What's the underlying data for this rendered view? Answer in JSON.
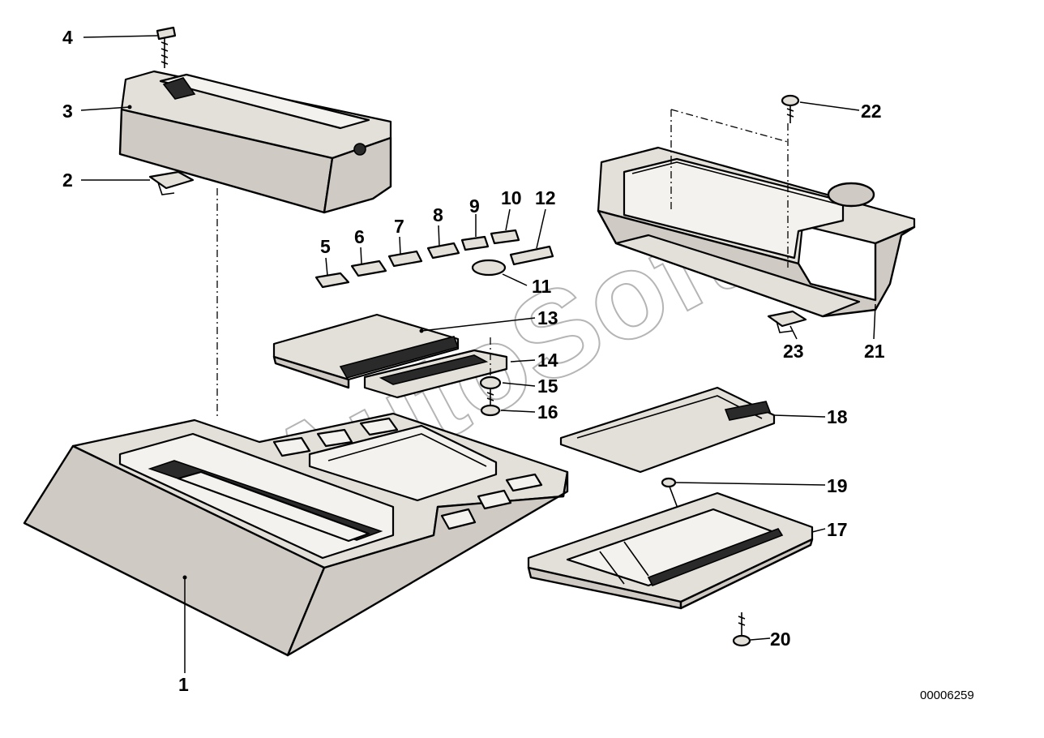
{
  "watermark": "AutoSoft",
  "reference_number": "00006259",
  "callouts": [
    {
      "id": "c1",
      "label": "1"
    },
    {
      "id": "c2",
      "label": "2"
    },
    {
      "id": "c3",
      "label": "3"
    },
    {
      "id": "c4",
      "label": "4"
    },
    {
      "id": "c5",
      "label": "5"
    },
    {
      "id": "c6",
      "label": "6"
    },
    {
      "id": "c7",
      "label": "7"
    },
    {
      "id": "c8",
      "label": "8"
    },
    {
      "id": "c9",
      "label": "9"
    },
    {
      "id": "c10",
      "label": "10"
    },
    {
      "id": "c11",
      "label": "11"
    },
    {
      "id": "c12",
      "label": "12"
    },
    {
      "id": "c13",
      "label": "13"
    },
    {
      "id": "c14",
      "label": "14"
    },
    {
      "id": "c15",
      "label": "15"
    },
    {
      "id": "c16",
      "label": "16"
    },
    {
      "id": "c17",
      "label": "17"
    },
    {
      "id": "c18",
      "label": "18"
    },
    {
      "id": "c19",
      "label": "19"
    },
    {
      "id": "c20",
      "label": "20"
    },
    {
      "id": "c21",
      "label": "21"
    },
    {
      "id": "c22",
      "label": "22"
    },
    {
      "id": "c23",
      "label": "23"
    }
  ]
}
